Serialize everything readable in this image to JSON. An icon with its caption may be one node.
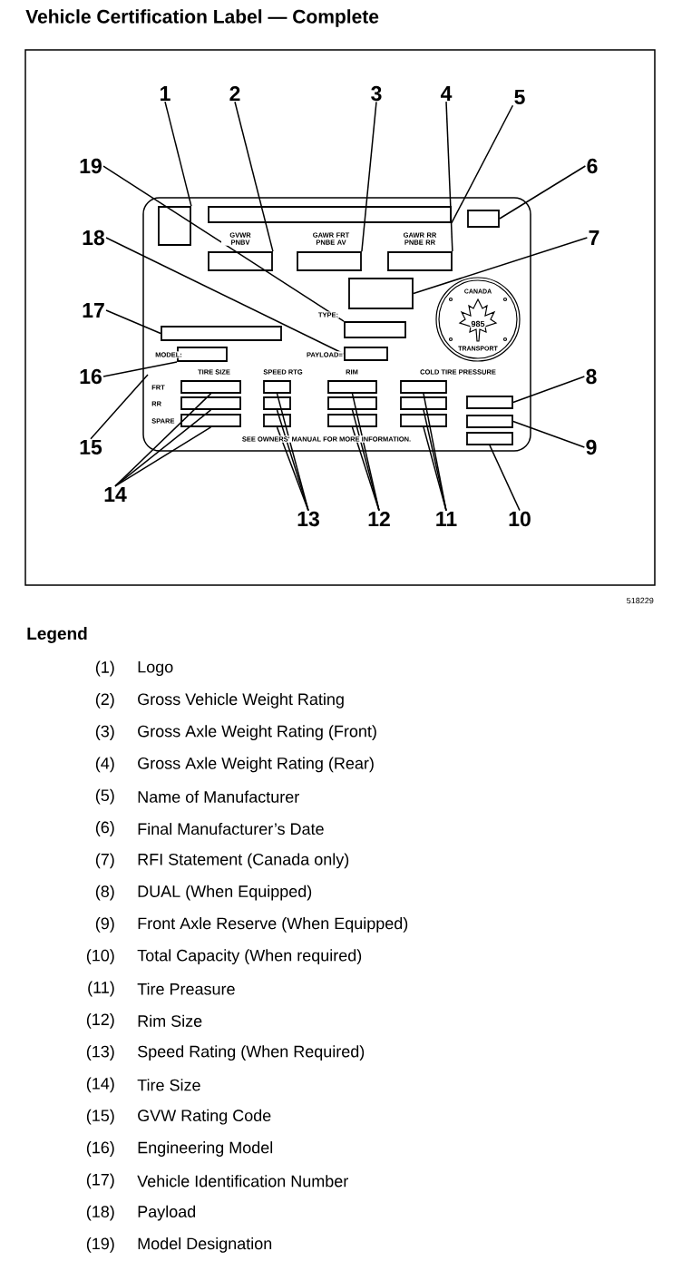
{
  "diagram": {
    "title": "Vehicle Certification Label — Complete",
    "nodes": [
      {
        "text": [
          "1"
        ]
      },
      {
        "text": [
          "2"
        ]
      },
      {
        "text": [
          "3"
        ]
      },
      {
        "text": [
          "4"
        ]
      },
      {
        "text": [
          "5"
        ]
      },
      {
        "text": [
          "6"
        ]
      },
      {
        "text": [
          "7"
        ]
      },
      {
        "text": [
          "8"
        ]
      },
      {
        "text": [
          "9"
        ]
      },
      {
        "text": [
          "10"
        ]
      },
      {
        "text": [
          "11"
        ]
      },
      {
        "text": [
          "12"
        ]
      },
      {
        "text": [
          "13"
        ]
      },
      {
        "text": [
          "14"
        ]
      },
      {
        "text": [
          "15"
        ]
      },
      {
        "text": [
          "16"
        ]
      },
      {
        "text": [
          "17"
        ]
      },
      {
        "text": [
          "18"
        ]
      },
      {
        "text": [
          "19"
        ]
      },
      {
        "text": [],
        "shape": "box"
      },
      {
        "text": [],
        "shape": "box"
      },
      {
        "text": [],
        "shape": "box"
      },
      {
        "text": [],
        "shape": "box"
      },
      {
        "text": [],
        "shape": "box"
      },
      {
        "text": [],
        "shape": "box"
      },
      {
        "text": [],
        "shape": "box"
      },
      {
        "text": [],
        "shape": "box"
      },
      {
        "text": [],
        "shape": "box"
      },
      {
        "text": [],
        "shape": "box"
      },
      {
        "text": [],
        "shape": "box"
      },
      {
        "text": [],
        "shape": "box"
      },
      {
        "text": [],
        "shape": "box"
      },
      {
        "text": [],
        "shape": "box"
      },
      {
        "text": [],
        "shape": "box"
      },
      {
        "text": [],
        "shape": "box"
      },
      {
        "text": [],
        "shape": "box"
      },
      {
        "text": [],
        "shape": "box"
      },
      {
        "text": [],
        "shape": "box"
      },
      {
        "text": [],
        "shape": "box"
      },
      {
        "text": [],
        "shape": "box"
      },
      {
        "text": [],
        "shape": "box"
      },
      {
        "text": [],
        "shape": "box"
      },
      {
        "text": [],
        "shape": "box"
      },
      {
        "text": [],
        "shape": "box"
      },
      {
        "text": [],
        "shape": "box"
      }
    ],
    "edges": [
      {
        "from": 0,
        "to": 19,
        "arrow": "none"
      },
      {
        "from": 1,
        "to": 21,
        "arrow": "none"
      },
      {
        "from": 2,
        "to": 22,
        "arrow": "none"
      },
      {
        "from": 3,
        "to": 23,
        "arrow": "none"
      },
      {
        "from": 4,
        "to": 20,
        "arrow": "none"
      },
      {
        "from": 5,
        "to": 24,
        "arrow": "none"
      },
      {
        "from": 6,
        "to": 25,
        "arrow": "none"
      },
      {
        "from": 7,
        "to": 42,
        "arrow": "none"
      },
      {
        "from": 8,
        "to": 43,
        "arrow": "none"
      },
      {
        "from": 9,
        "to": 44,
        "arrow": "none"
      },
      {
        "from": 10,
        "to": 39,
        "arrow": "none"
      },
      {
        "from": 10,
        "to": 40,
        "arrow": "none"
      },
      {
        "from": 10,
        "to": 41,
        "arrow": "none"
      },
      {
        "from": 11,
        "to": 36,
        "arrow": "none"
      },
      {
        "from": 11,
        "to": 37,
        "arrow": "none"
      },
      {
        "from": 11,
        "to": 38,
        "arrow": "none"
      },
      {
        "from": 12,
        "to": 33,
        "arrow": "none"
      },
      {
        "from": 12,
        "to": 34,
        "arrow": "none"
      },
      {
        "from": 12,
        "to": 35,
        "arrow": "none"
      },
      {
        "from": 13,
        "to": 30,
        "arrow": "none"
      },
      {
        "from": 13,
        "to": 31,
        "arrow": "none"
      },
      {
        "from": 13,
        "to": 32,
        "arrow": "none"
      },
      {
        "from": 14,
        "to": null,
        "arrow": "none"
      },
      {
        "from": 15,
        "to": 28,
        "arrow": "none"
      },
      {
        "from": 16,
        "to": 26,
        "arrow": "none"
      },
      {
        "from": 17,
        "to": 29,
        "arrow": "none"
      },
      {
        "from": 18,
        "to": 27,
        "arrow": "none"
      }
    ],
    "labels": [
      "GVWR PNBV",
      "GAWR FRT PNBE AV",
      "GAWR RR PNBE RR",
      "TYPE:",
      "MODEL:",
      "PAYLOAD=",
      "TIRE SIZE",
      "SPEED RTG",
      "RIM",
      "COLD TIRE PRESSURE",
      "FRT",
      "RR",
      "SPARE",
      "SEE OWNERS' MANUAL FOR MORE INFORMATION.",
      "CANADA",
      "985",
      "TRANSPORT",
      "518229",
      "Legend",
      "(1)",
      "Logo",
      "(2)",
      "Gross Vehicle Weight Rating",
      "(3)",
      "Gross Axle Weight Rating (Front)",
      "(4)",
      "Gross Axle Weight Rating (Rear)",
      "(5)",
      "Name of Manufacturer",
      "(6)",
      "Final Manufacturer’s Date",
      "(7)",
      "RFI Statement (Canada only)",
      "(8)",
      "DUAL (When Equipped)",
      "(9)",
      "Front Axle Reserve (When Equipped)",
      "(10)",
      "Total Capacity (When required)",
      "(11)",
      "Tire Preasure",
      "(12)",
      "Rim Size",
      "(13)",
      "Speed Rating (When Required)",
      "(14)",
      "Tire Size",
      "(15)",
      "GVW Rating Code",
      "(16)",
      "Engineering Model",
      "(17)",
      "Vehicle Identification Number",
      "(18)",
      "Payload",
      "(19)",
      "Model Designation"
    ]
  }
}
